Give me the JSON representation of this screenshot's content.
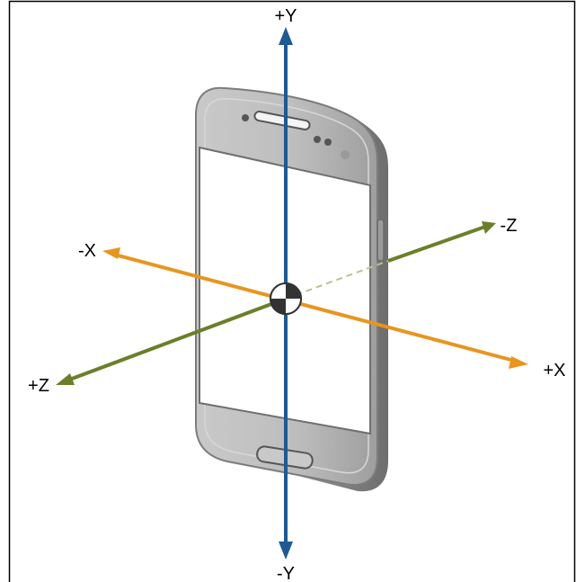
{
  "axes": {
    "y_pos": {
      "label": "+Y",
      "color": "#1f5a92"
    },
    "y_neg": {
      "label": "-Y",
      "color": "#1f5a92"
    },
    "x_pos": {
      "label": "+X",
      "color": "#e8951f"
    },
    "x_neg": {
      "label": "-X",
      "color": "#e8951f"
    },
    "z_pos": {
      "label": "+Z",
      "color": "#6b7f2a"
    },
    "z_neg": {
      "label": "-Z",
      "color": "#6b7f2a"
    }
  },
  "phone": {
    "body_color": "#b9b9b9",
    "edge_color": "#8e8e8e",
    "screen_color": "#ffffff"
  }
}
